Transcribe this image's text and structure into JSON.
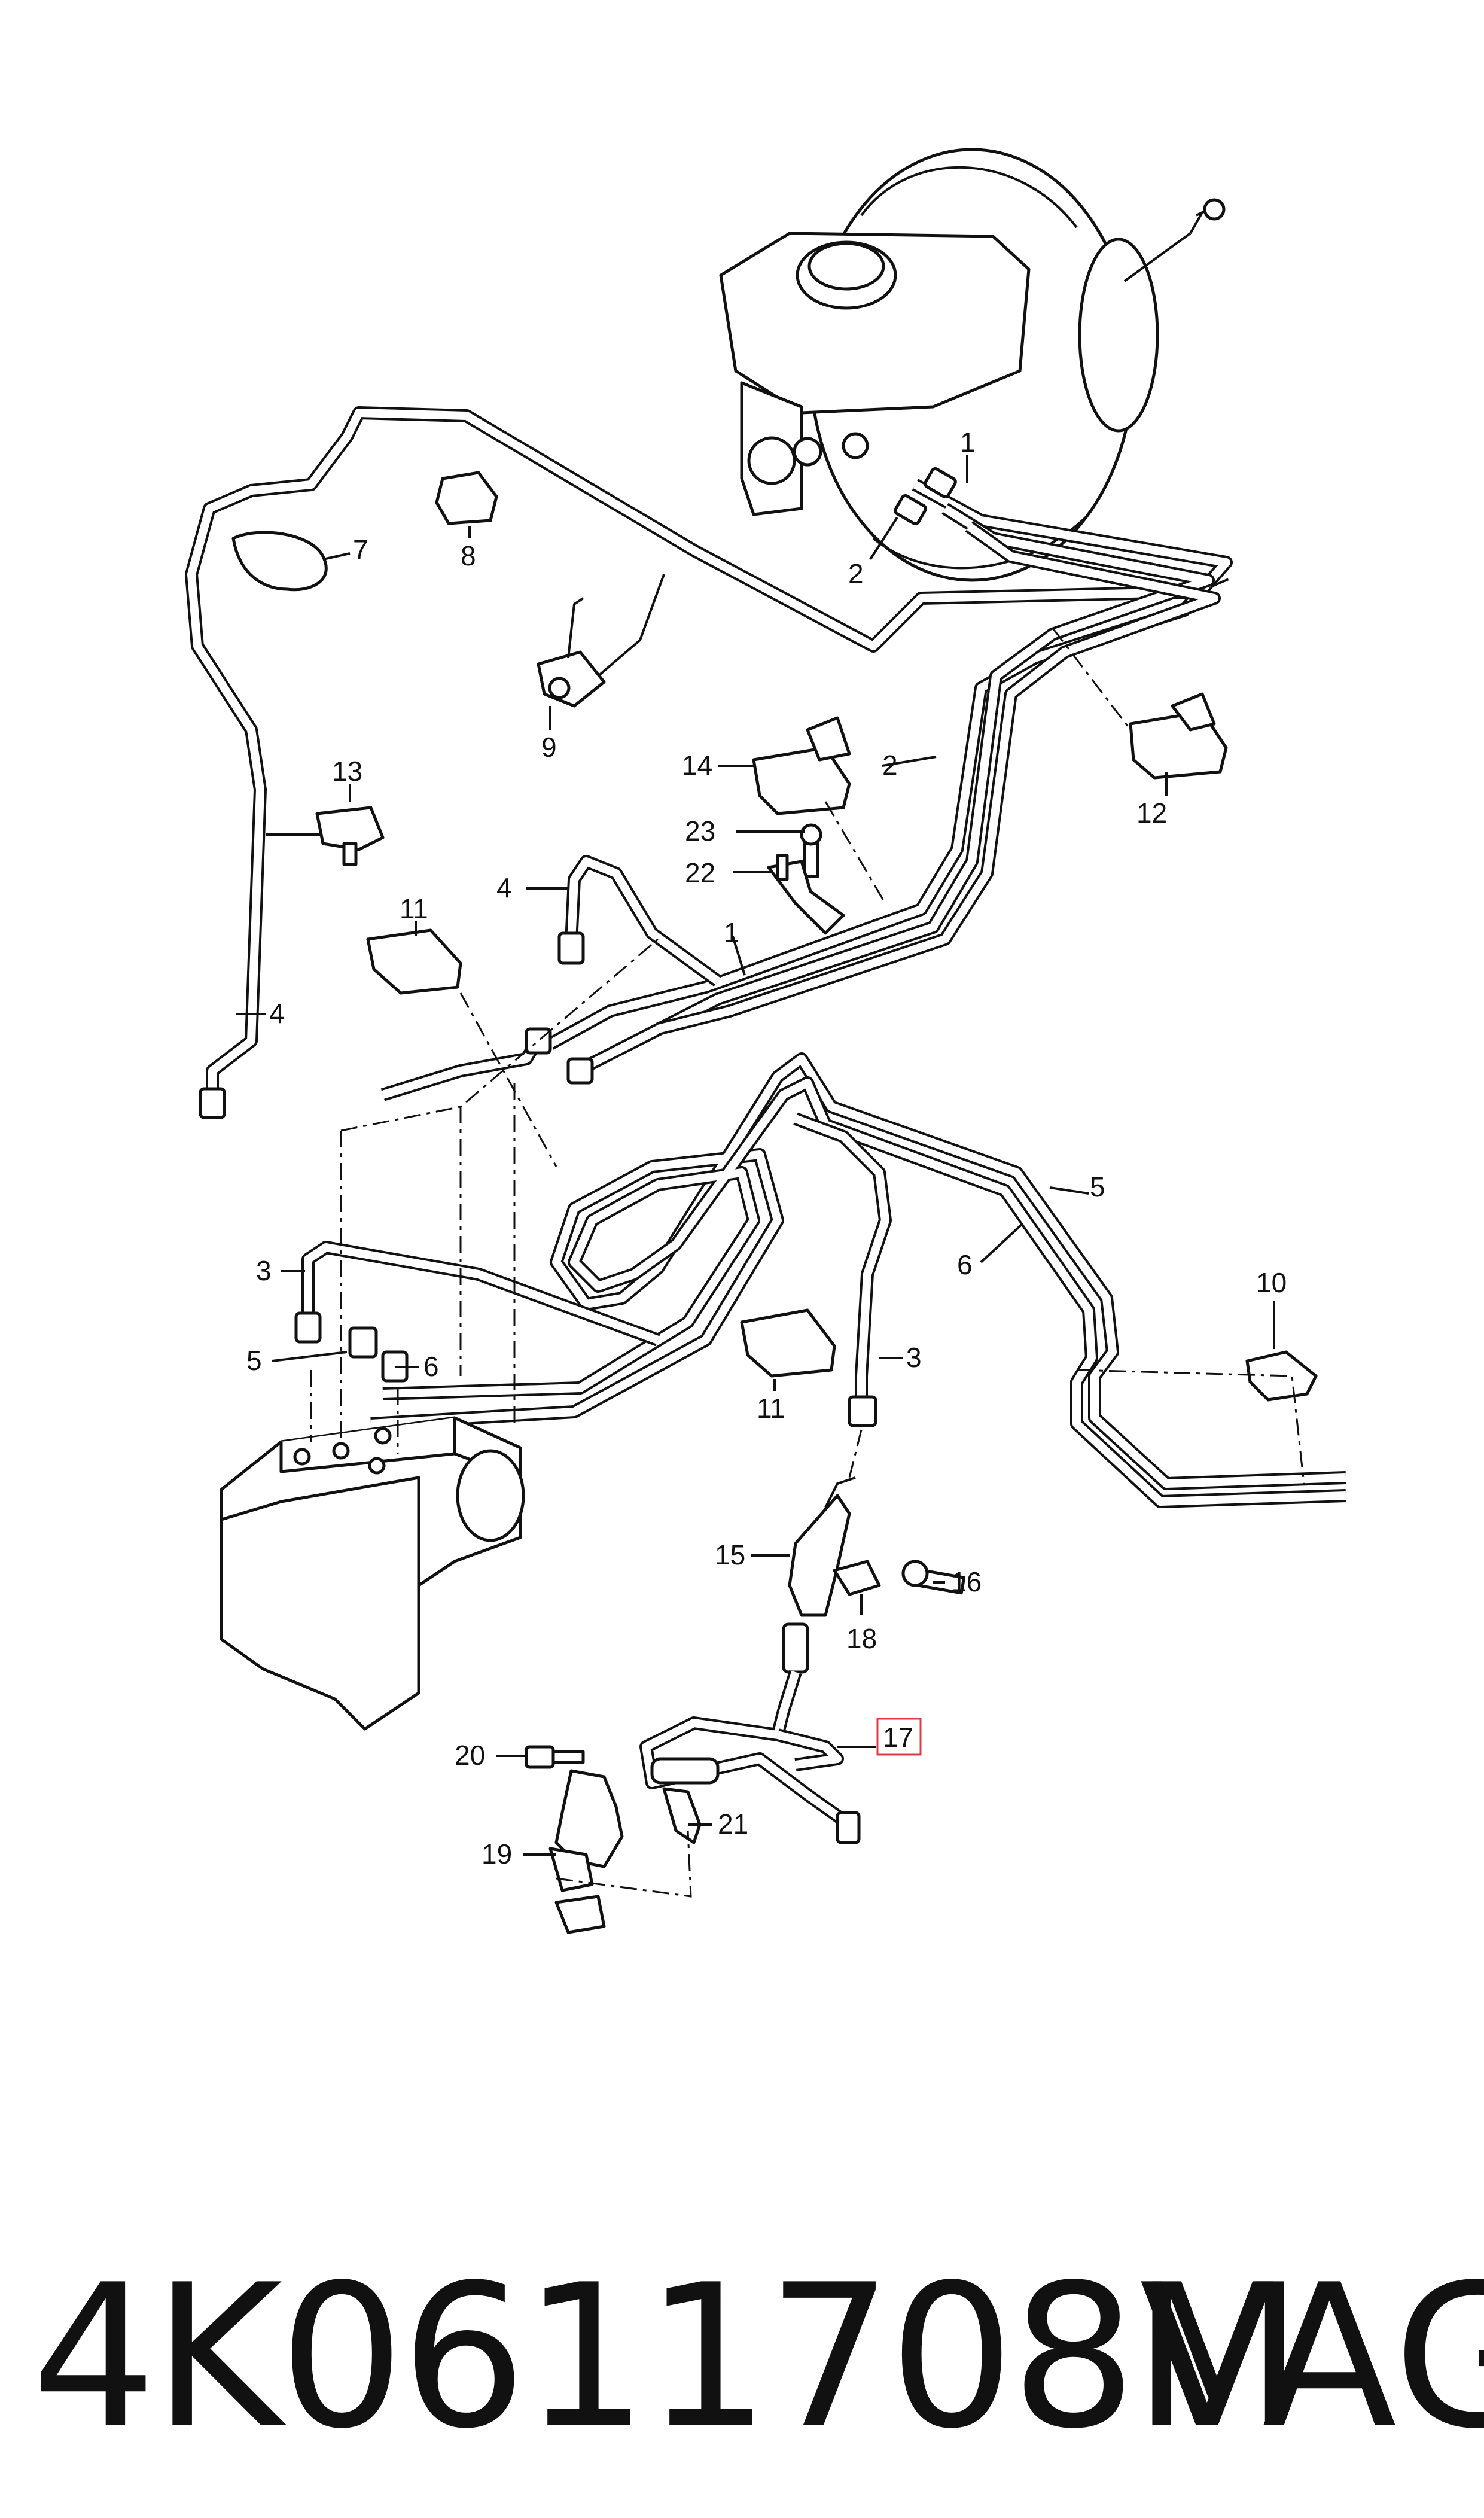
{
  "diagram": {
    "callouts": [
      {
        "id": "c1a",
        "text": "1"
      },
      {
        "id": "c2a",
        "text": "2"
      },
      {
        "id": "c7",
        "text": "7"
      },
      {
        "id": "c8",
        "text": "8"
      },
      {
        "id": "c9",
        "text": "9"
      },
      {
        "id": "c13",
        "text": "13"
      },
      {
        "id": "c14",
        "text": "14"
      },
      {
        "id": "c2b",
        "text": "2"
      },
      {
        "id": "c12",
        "text": "12"
      },
      {
        "id": "c23",
        "text": "23"
      },
      {
        "id": "c22",
        "text": "22"
      },
      {
        "id": "c11a",
        "text": "11"
      },
      {
        "id": "c4a",
        "text": "4"
      },
      {
        "id": "c1b",
        "text": "1"
      },
      {
        "id": "c4b",
        "text": "4"
      },
      {
        "id": "c5a",
        "text": "5"
      },
      {
        "id": "c6a",
        "text": "6"
      },
      {
        "id": "c3a",
        "text": "3"
      },
      {
        "id": "c5b",
        "text": "5"
      },
      {
        "id": "c6b",
        "text": "6"
      },
      {
        "id": "c10",
        "text": "10"
      },
      {
        "id": "c11b",
        "text": "11"
      },
      {
        "id": "c3b",
        "text": "3"
      },
      {
        "id": "c15",
        "text": "15"
      },
      {
        "id": "c16",
        "text": "16"
      },
      {
        "id": "c18",
        "text": "18"
      },
      {
        "id": "c17",
        "text": "17"
      },
      {
        "id": "c20",
        "text": "20"
      },
      {
        "id": "c21",
        "text": "21"
      },
      {
        "id": "c19",
        "text": "19"
      }
    ],
    "highlighted_callout": "17",
    "highlight_color": "#e0394a"
  },
  "footer": {
    "part_number": "4K0611708M",
    "brand": "VAG"
  }
}
